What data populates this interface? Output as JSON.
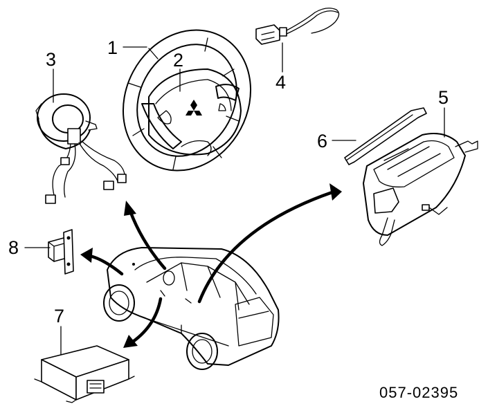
{
  "callouts": {
    "c1": "1",
    "c2": "2",
    "c3": "3",
    "c4": "4",
    "c5": "5",
    "c6": "6",
    "c7": "7",
    "c8": "8"
  },
  "diagram_code": "057-02395"
}
